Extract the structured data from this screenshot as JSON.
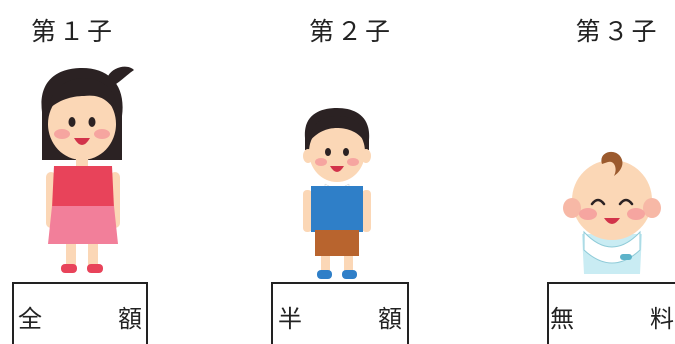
{
  "children": [
    {
      "title": "第１子",
      "fee": "全　額"
    },
    {
      "title": "第２子",
      "fee": "半　額"
    },
    {
      "title": "第３子",
      "fee": "無　料"
    }
  ],
  "colors": {
    "outline": "#222222",
    "girl_dress": "#e8435a",
    "girl_skirt": "#f27f9a",
    "boy_shirt": "#2f7fc8",
    "boy_shorts": "#b8642e",
    "skin": "#fbd7b6"
  }
}
